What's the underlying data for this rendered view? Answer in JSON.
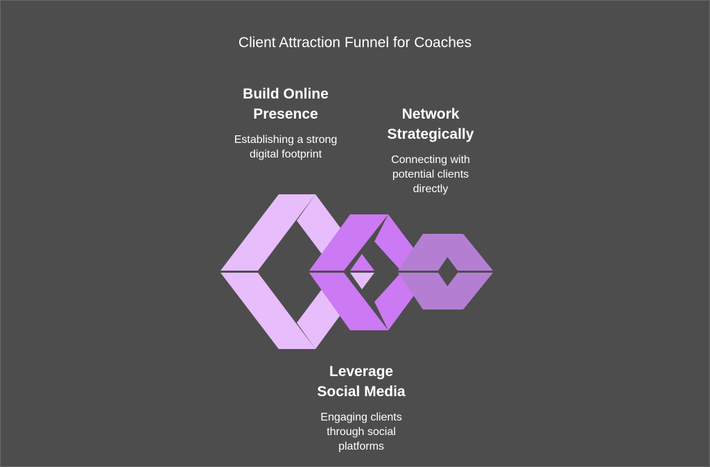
{
  "title": "Client Attraction Funnel for Coaches",
  "stages": [
    {
      "heading_line1": "Build Online",
      "heading_line2": "Presence",
      "desc_line1": "Establishing a strong",
      "desc_line2": "digital footprint",
      "desc_line3": ""
    },
    {
      "heading_line1": "Network",
      "heading_line2": "Strategically",
      "desc_line1": "Connecting with",
      "desc_line2": "potential clients",
      "desc_line3": "directly"
    },
    {
      "heading_line1": "Leverage",
      "heading_line2": "Social Media",
      "desc_line1": "Engaging clients",
      "desc_line2": "through social",
      "desc_line3": "platforms"
    }
  ],
  "colors": {
    "background": "#4d4d4d",
    "shape_large": "#e7bdfc",
    "shape_medium": "#cc79f4",
    "shape_small": "#b47fd2"
  }
}
